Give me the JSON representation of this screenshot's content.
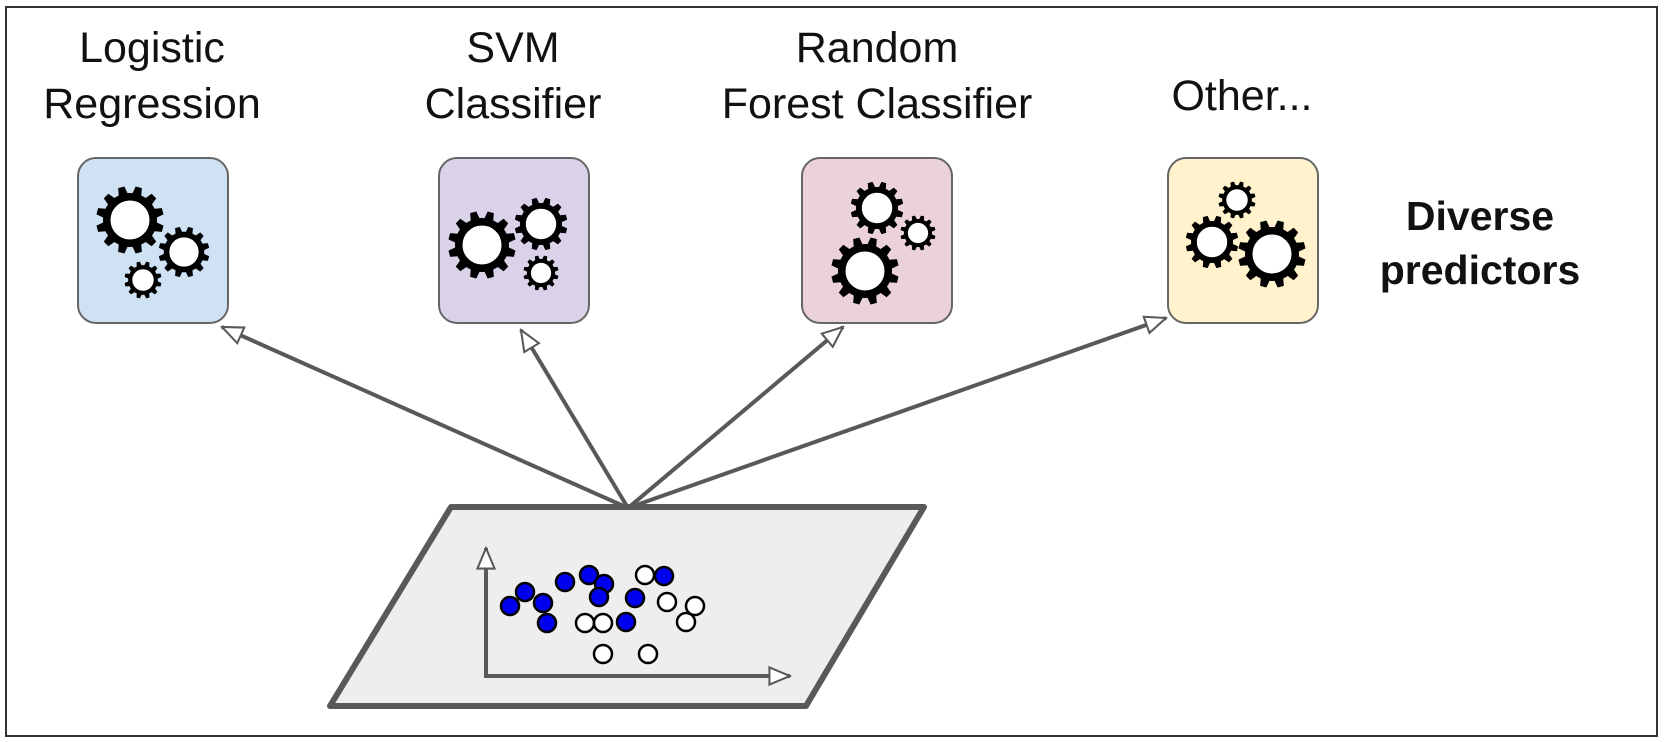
{
  "predictors": [
    {
      "id": "logistic",
      "title_lines": [
        "Logistic",
        "Regression"
      ],
      "color": "#cfe2f3"
    },
    {
      "id": "svm",
      "title_lines": [
        "SVM",
        "Classifier"
      ],
      "color": "#d9d2e9"
    },
    {
      "id": "random-forest",
      "title_lines": [
        "Random",
        "Forest Classifier"
      ],
      "color": "#ead1dc"
    },
    {
      "id": "other",
      "title_lines": [
        "Other..."
      ],
      "color": "#fff2cc"
    }
  ],
  "side_label": {
    "lines": [
      "Diverse",
      "predictors"
    ]
  },
  "colors": {
    "box_border": "#666666",
    "arrow": "#595959",
    "dataset_fill": "#eeeeee",
    "dataset_border": "#595959",
    "point_blue": "#0000ee",
    "point_white": "#ffffff",
    "frame": "#333333"
  },
  "icons": {
    "gear": "gear-icon"
  }
}
